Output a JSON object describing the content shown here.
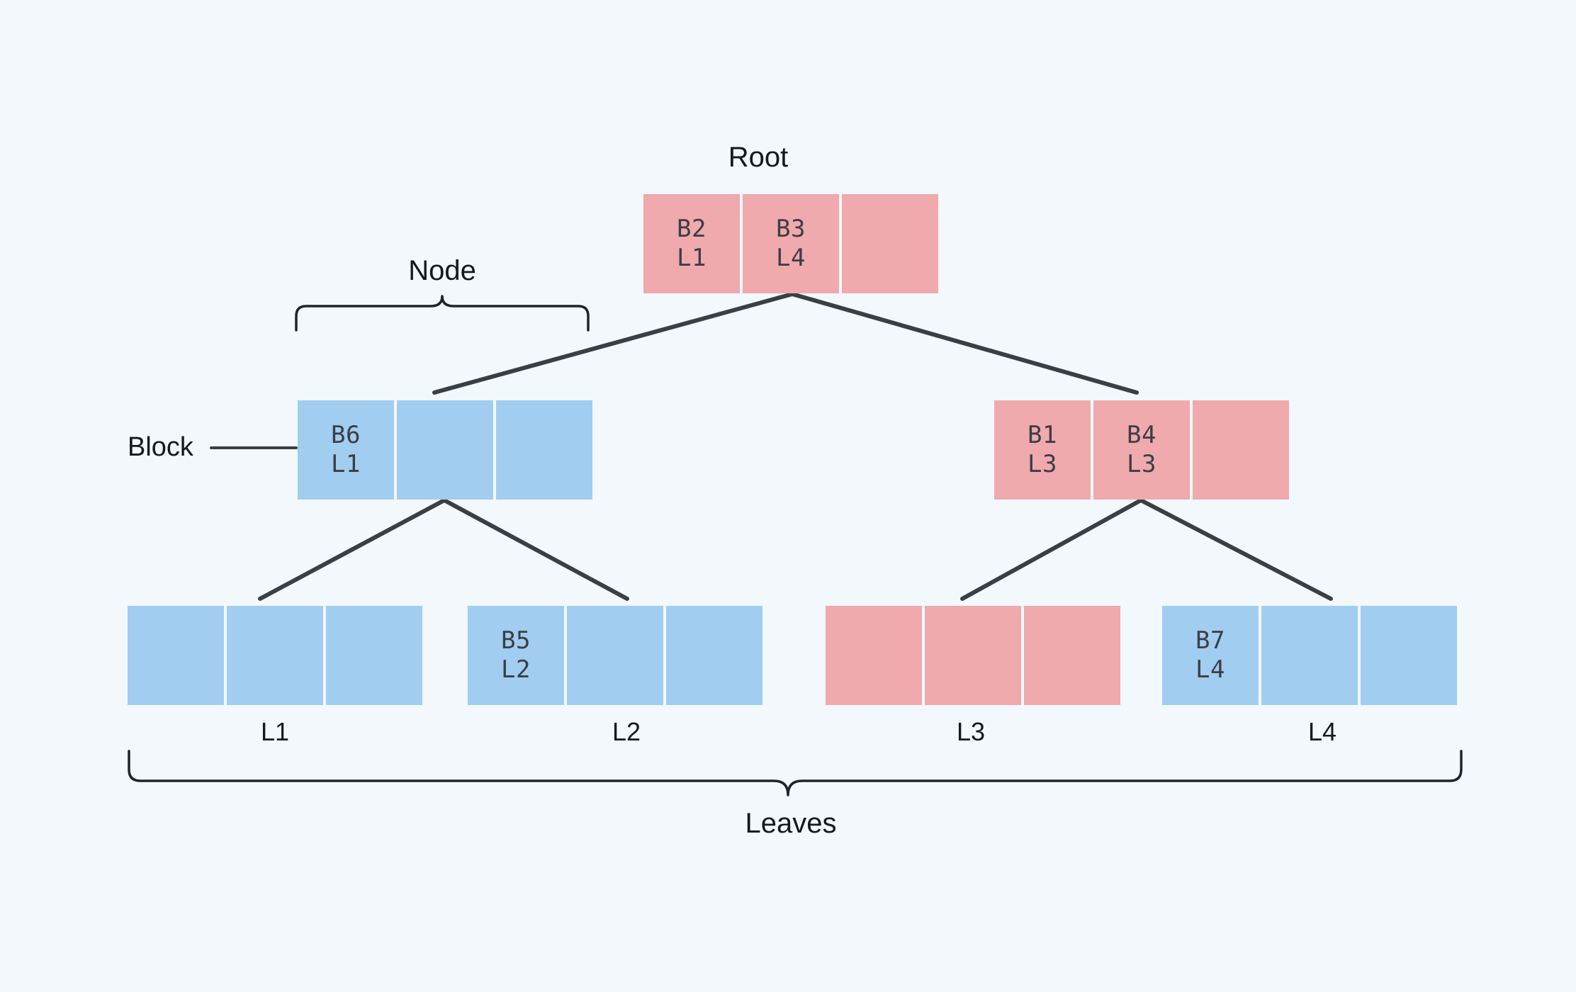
{
  "diagram": {
    "title_root": "Root",
    "label_node": "Node",
    "label_block": "Block",
    "label_leaves": "Leaves",
    "colors": {
      "background": "#f2f8fc",
      "blue_cell": "#a1cdf0",
      "pink_cell": "#f0a9ad",
      "line": "#3a3f45",
      "text": "#16181c"
    }
  },
  "root": {
    "label": "Root",
    "cells": [
      {
        "line1": "B2",
        "line2": "L1",
        "color": "pink",
        "empty": false
      },
      {
        "line1": "B3",
        "line2": "L4",
        "color": "pink",
        "empty": false
      },
      {
        "line1": "",
        "line2": "",
        "color": "pink",
        "empty": true
      }
    ]
  },
  "internal_nodes": [
    {
      "name": "left-node",
      "cells": [
        {
          "line1": "B6",
          "line2": "L1",
          "color": "blue",
          "empty": false
        },
        {
          "line1": "",
          "line2": "",
          "color": "blue",
          "empty": true
        },
        {
          "line1": "",
          "line2": "",
          "color": "blue",
          "empty": true
        }
      ]
    },
    {
      "name": "right-node",
      "cells": [
        {
          "line1": "B1",
          "line2": "L3",
          "color": "pink",
          "empty": false
        },
        {
          "line1": "B4",
          "line2": "L3",
          "color": "pink",
          "empty": false
        },
        {
          "line1": "",
          "line2": "",
          "color": "pink",
          "empty": true
        }
      ]
    }
  ],
  "leaf_groups": [
    {
      "label": "L1",
      "cells": [
        {
          "line1": "",
          "line2": "",
          "color": "blue",
          "empty": true
        },
        {
          "line1": "",
          "line2": "",
          "color": "blue",
          "empty": true
        },
        {
          "line1": "",
          "line2": "",
          "color": "blue",
          "empty": true
        }
      ]
    },
    {
      "label": "L2",
      "cells": [
        {
          "line1": "B5",
          "line2": "L2",
          "color": "blue",
          "empty": false
        },
        {
          "line1": "",
          "line2": "",
          "color": "blue",
          "empty": true
        },
        {
          "line1": "",
          "line2": "",
          "color": "blue",
          "empty": true
        }
      ]
    },
    {
      "label": "L3",
      "cells": [
        {
          "line1": "",
          "line2": "",
          "color": "pink",
          "empty": true
        },
        {
          "line1": "",
          "line2": "",
          "color": "pink",
          "empty": true
        },
        {
          "line1": "",
          "line2": "",
          "color": "pink",
          "empty": true
        }
      ]
    },
    {
      "label": "L4",
      "cells": [
        {
          "line1": "B7",
          "line2": "L4",
          "color": "blue",
          "empty": false
        },
        {
          "line1": "",
          "line2": "",
          "color": "blue",
          "empty": true
        },
        {
          "line1": "",
          "line2": "",
          "color": "blue",
          "empty": true
        }
      ]
    }
  ]
}
